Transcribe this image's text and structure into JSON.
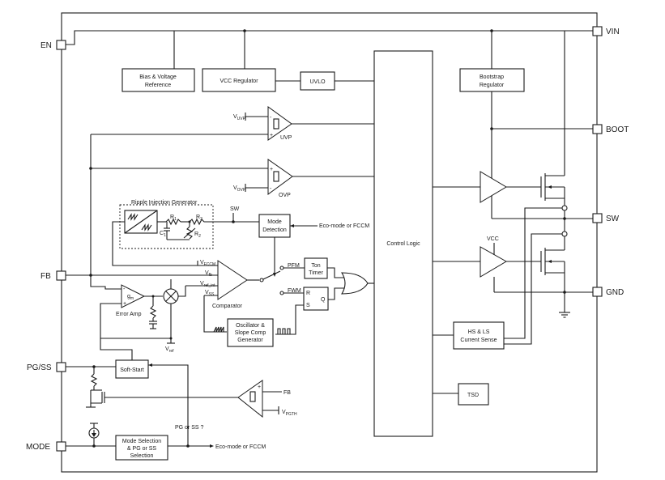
{
  "pins": {
    "en": "EN",
    "vin": "VIN",
    "boot": "BOOT",
    "sw": "SW",
    "gnd": "GND",
    "fb": "FB",
    "pgss": "PG/SS",
    "mode": "MODE"
  },
  "blocks": {
    "bias_1": "Bias & Voltage",
    "bias_2": "Reference",
    "vcc_reg": "VCC Regulator",
    "uvlo": "UVLO",
    "control": "Control Logic",
    "boot_reg_1": "Bootstrap",
    "boot_reg_2": "Regulator",
    "ripple": "Ripple Injection Generator",
    "mode_det_1": "Mode",
    "mode_det_2": "Detection",
    "ton_1": "Ton",
    "ton_2": "Timer",
    "osc_1": "Oscillator &",
    "osc_2": "Slope Comp",
    "osc_3": "Generator",
    "hsls_1": "HS & LS",
    "hsls_2": "Current Sense",
    "tsd": "TSD",
    "softstart": "Soft-Start",
    "modesel_1": "Mode Selection",
    "modesel_2": "& PG or SS",
    "modesel_3": "Selection"
  },
  "labels": {
    "uvp": "UVP",
    "ovp": "OVP",
    "v_uvp": "V",
    "v_uvp_sub": "UVP",
    "v_ovp": "V",
    "v_ovp_sub": "OVP",
    "sw_node": "SW",
    "eco1": "Eco-mode or FCCM",
    "eco2": "Eco-mode or FCCM",
    "pfm": "PFM",
    "fwm": "FWM",
    "error_amp": "Error Amp",
    "comparator": "Comparator",
    "gm": "g",
    "gm_sub": "m",
    "vref": "V",
    "vref_sub": "ref",
    "vfcr": "V",
    "vfcr_sub": "FCCM",
    "vfb": "V",
    "vfb_sub": "fb",
    "vrefint": "V",
    "vrefint_sub": "ref_int",
    "vss": "V",
    "vss_sub": "SS",
    "vcc": "VCC",
    "fb_small": "FB",
    "vpg": "V",
    "vpg_sub": "PGTH",
    "pg_or_ss": "PG or SS ?",
    "r1": "R",
    "r1_sub": "1",
    "r2": "R",
    "r2_sub": "2",
    "r3": "R",
    "r3_sub": "3",
    "c1": "C",
    "c1_sub": "1",
    "latch_r": "R",
    "latch_s": "S",
    "latch_q": "Q",
    "plus": "+",
    "minus": "-"
  }
}
